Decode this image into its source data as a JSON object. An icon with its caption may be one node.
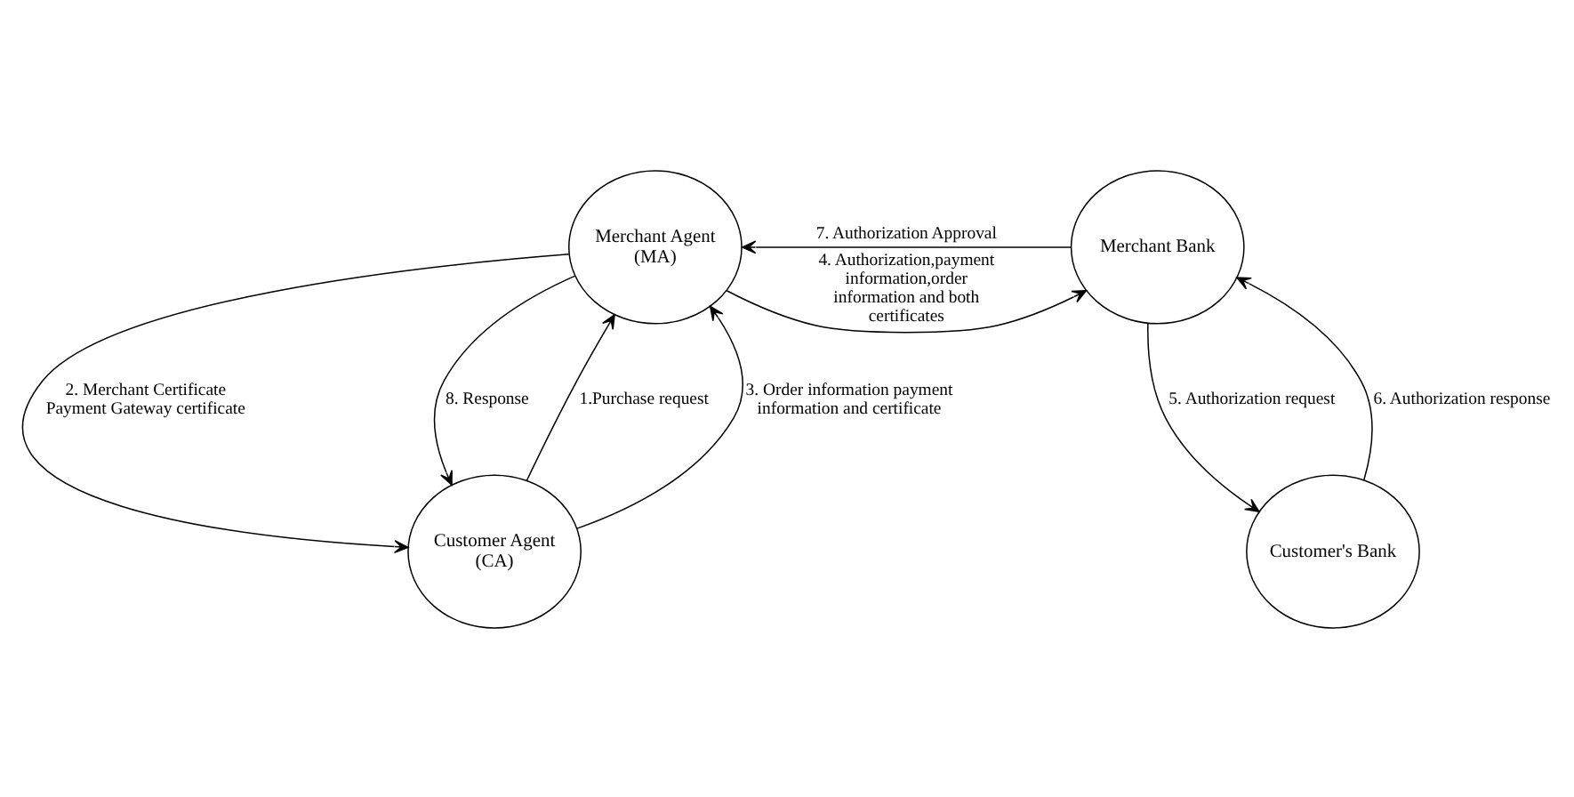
{
  "diagram": {
    "nodes": [
      {
        "text": [
          "Merchant Agent (MA)"
        ]
      },
      {
        "text": [
          "Merchant Bank"
        ]
      },
      {
        "text": [
          "Customer Agent (CA)"
        ]
      },
      {
        "text": [
          "Customer's Bank"
        ]
      }
    ],
    "edges": [
      {
        "from": 2,
        "to": 0,
        "arrow": "to",
        "label": "1.Purchase request"
      },
      {
        "from": 0,
        "to": 2,
        "arrow": "to",
        "label": "2. Merchant Certificate Payment Gateway certificate"
      },
      {
        "from": 2,
        "to": 0,
        "arrow": "to",
        "label": "3. Order information payment information and certificate"
      },
      {
        "from": 0,
        "to": 1,
        "arrow": "to",
        "label": "4. Authorization,payment information,order information and both certificates"
      },
      {
        "from": 1,
        "to": 3,
        "arrow": "to",
        "label": "5. Authorization request"
      },
      {
        "from": 3,
        "to": 1,
        "arrow": "to",
        "label": "6. Authorization response"
      },
      {
        "from": 1,
        "to": 0,
        "arrow": "to",
        "label": "7. Authorization Approval"
      },
      {
        "from": 0,
        "to": 2,
        "arrow": "to",
        "label": "8. Response"
      }
    ]
  }
}
